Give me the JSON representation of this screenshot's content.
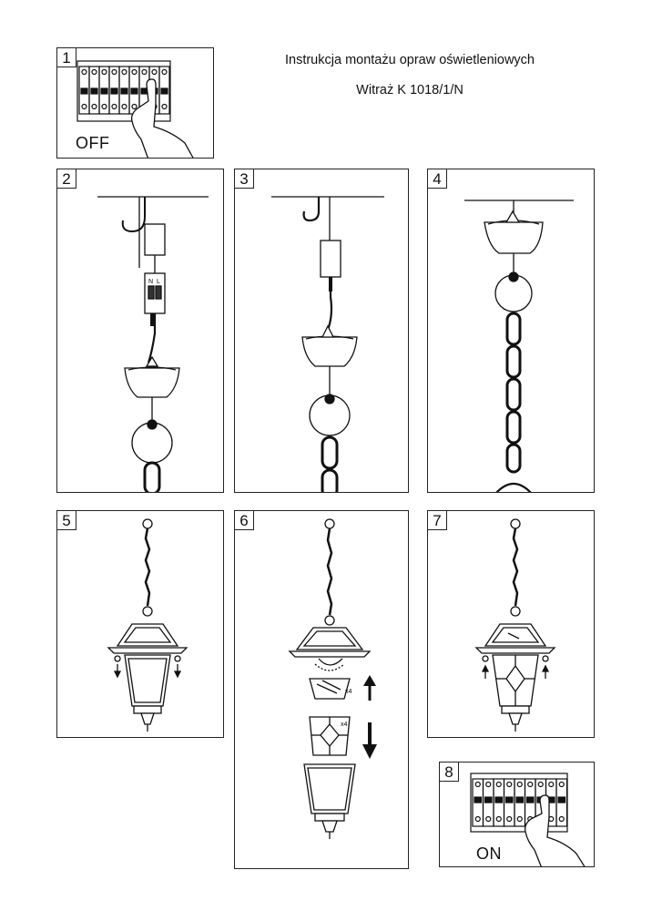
{
  "header": {
    "title": "Instrukcja montażu opraw oświetleniowych",
    "model": "Witraż K 1018/1/N"
  },
  "steps": [
    {
      "number": "1",
      "state_label": "OFF"
    },
    {
      "number": "2",
      "connector_labels": [
        "N",
        "L"
      ]
    },
    {
      "number": "3"
    },
    {
      "number": "4"
    },
    {
      "number": "5"
    },
    {
      "number": "6",
      "pane_count_top": "x4",
      "pane_count_bottom": "x4"
    },
    {
      "number": "7"
    },
    {
      "number": "8",
      "state_label": "ON"
    }
  ],
  "icons": {
    "breaker": "circuit-breaker-icon",
    "hand": "hand-icon",
    "hook": "ceiling-hook-icon",
    "chain": "chain-icon",
    "lantern": "lantern-icon",
    "arrow_up": "arrow-up-icon",
    "arrow_down": "arrow-down-icon"
  }
}
